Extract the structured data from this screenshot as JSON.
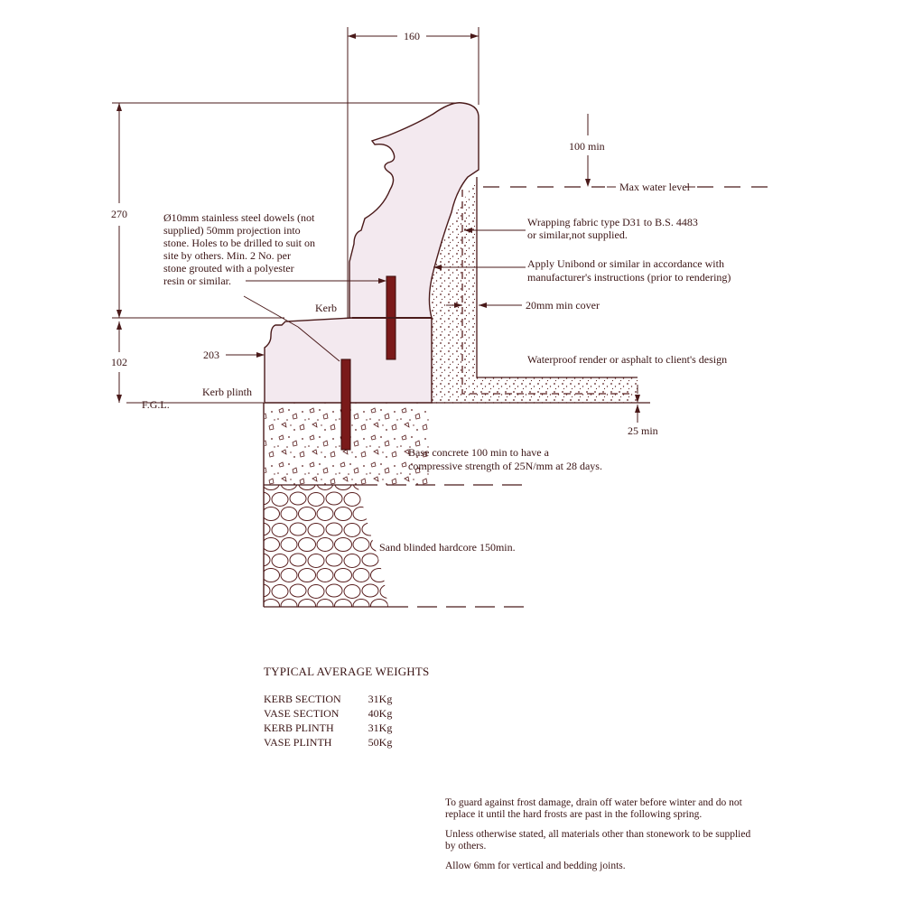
{
  "diagram": {
    "dimensions": {
      "width_top": "160",
      "height_kerb": "270",
      "height_plinth": "102",
      "depth_plinth": "203",
      "min_above_water": "100 min",
      "render_below": "25 min"
    },
    "labels": {
      "max_water_level": "Max water level",
      "dowels": [
        "Ø10mm stainless steel dowels (not",
        "supplied) 50mm projection into",
        "stone. Holes to be drilled to suit on",
        "site by others. Min. 2 No. per",
        "stone grouted with a polyester",
        "resin or similar."
      ],
      "kerb": "Kerb",
      "kerb_plinth": "Kerb plinth",
      "fgl": "F.G.L.",
      "fabric": [
        "Wrapping fabric type D31 to B.S. 4483",
        "or similar,not supplied."
      ],
      "unibond": [
        "Apply Unibond or similar in accordance with",
        "manufacturer's instructions (prior to rendering)"
      ],
      "cover": "20mm min cover",
      "render": "Waterproof render or asphalt to client's design",
      "base_concrete": [
        "Base concrete 100 min to have a",
        "compressive strength of 25N/mm at 28 days."
      ],
      "hardcore": "Sand blinded hardcore 150min."
    }
  },
  "weights": {
    "title": "TYPICAL AVERAGE WEIGHTS",
    "rows": [
      {
        "name": "KERB SECTION",
        "value": "31Kg"
      },
      {
        "name": "VASE SECTION",
        "value": "40Kg"
      },
      {
        "name": "KERB PLINTH",
        "value": "31Kg"
      },
      {
        "name": "VASE PLINTH",
        "value": "50Kg"
      }
    ]
  },
  "notes": [
    "To guard against frost damage, drain off water before winter and do not replace it until the hard frosts are past in the following spring.",
    "Unless otherwise stated, all materials other than stonework to be supplied by others.",
    "Allow 6mm for vertical and bedding joints."
  ],
  "colors": {
    "ink": "#4a1a1a",
    "stone": "#f2e8f0",
    "dowel": "#7a1a1a"
  }
}
